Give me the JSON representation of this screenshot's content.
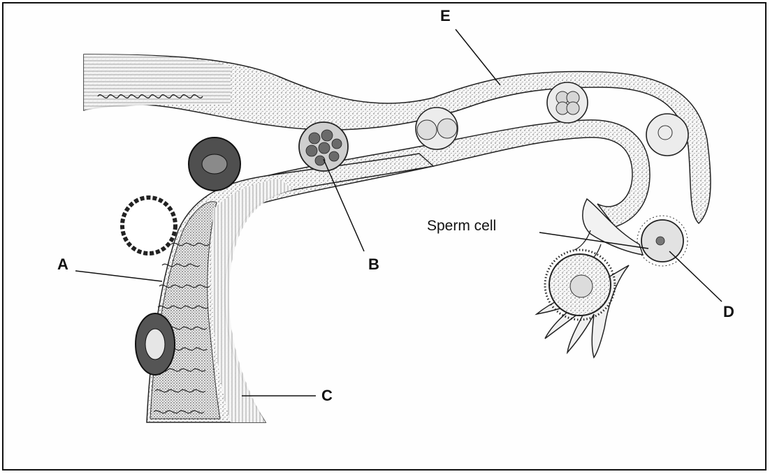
{
  "diagram": {
    "labels": {
      "a": "A",
      "b": "B",
      "c": "C",
      "d": "D",
      "e": "E"
    },
    "sperm_cell_label": "Sperm cell",
    "colors": {
      "ink": "#111111",
      "tissue_fill": "#f2f2f2",
      "cell_fill": "#e6e6e6",
      "dark_cell_fill": "#5a5a5a"
    }
  }
}
